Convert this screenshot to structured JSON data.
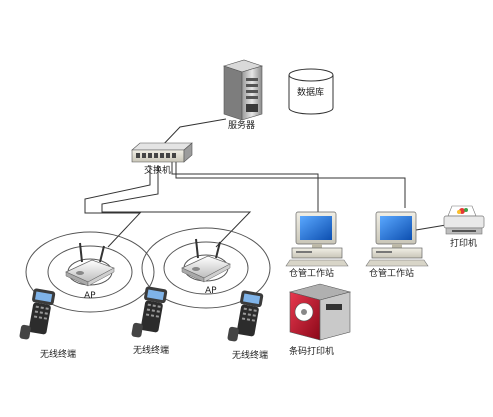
{
  "labels": {
    "server": "服务器",
    "database": "数据库",
    "switch": "交换机",
    "ap_left": "AP",
    "ap_right": "AP",
    "workstation_left": "仓管工作站",
    "workstation_right": "仓管工作站",
    "printer": "打印机",
    "barcode_printer": "条码打印机",
    "terminal_1": "无线终端",
    "terminal_2": "无线终端",
    "terminal_3": "无线终端"
  },
  "colors": {
    "line": "#333333",
    "monitor_screen": "#1f6fd1",
    "barcode_printer_red": "#c8102e",
    "wave": "#555555"
  }
}
